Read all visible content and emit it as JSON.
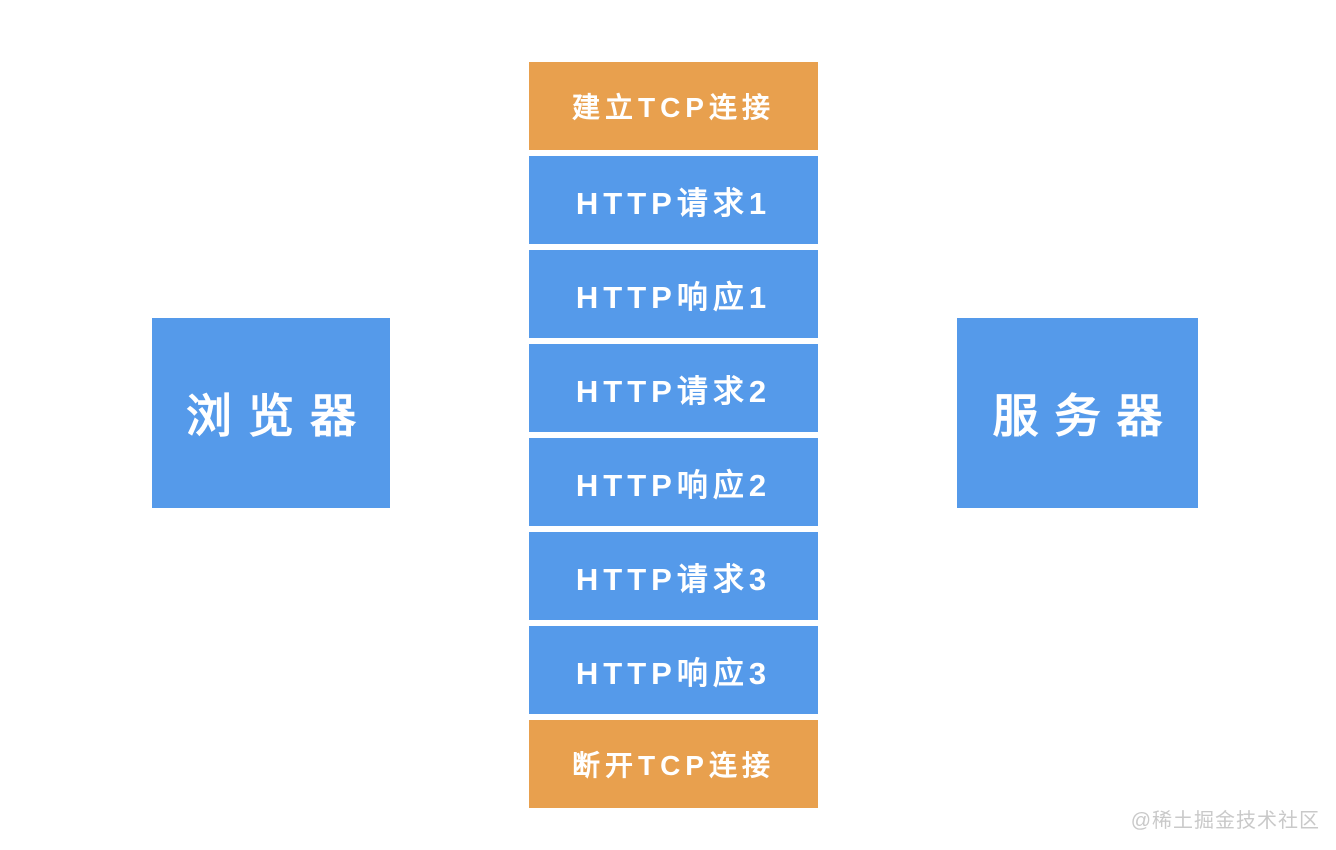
{
  "colors": {
    "blue": "#559aea",
    "orange": "#e8a04e",
    "text": "#ffffff",
    "watermark": "#c9c9c9",
    "background": "#ffffff"
  },
  "left_box": {
    "label": "浏览器"
  },
  "right_box": {
    "label": "服务器"
  },
  "flow": {
    "steps": [
      {
        "label": "建立TCP连接",
        "type": "orange"
      },
      {
        "label": "HTTP请求1",
        "type": "blue"
      },
      {
        "label": "HTTP响应1",
        "type": "blue"
      },
      {
        "label": "HTTP请求2",
        "type": "blue"
      },
      {
        "label": "HTTP响应2",
        "type": "blue"
      },
      {
        "label": "HTTP请求3",
        "type": "blue"
      },
      {
        "label": "HTTP响应3",
        "type": "blue"
      },
      {
        "label": "断开TCP连接",
        "type": "orange"
      }
    ]
  },
  "watermark": {
    "text": "@稀土掘金技术社区"
  }
}
